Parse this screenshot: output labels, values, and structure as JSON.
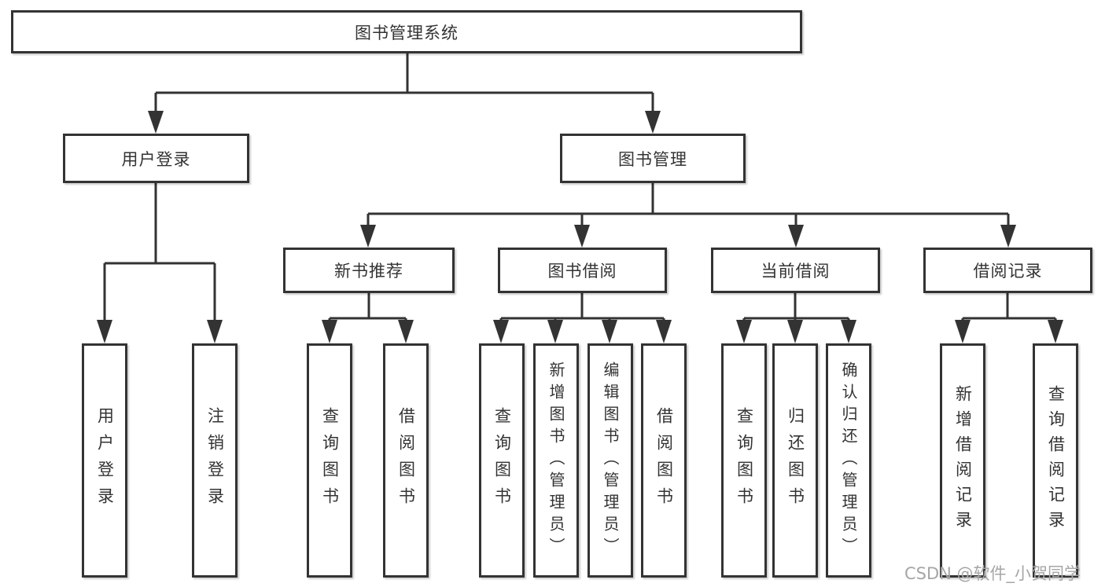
{
  "diagram": {
    "root": {
      "label": "图书管理系统"
    },
    "level2": [
      {
        "label": "用户登录"
      },
      {
        "label": "图书管理"
      }
    ],
    "level3": [
      {
        "label": "新书推荐"
      },
      {
        "label": "图书借阅"
      },
      {
        "label": "当前借阅"
      },
      {
        "label": "借阅记录"
      }
    ],
    "leaves": {
      "user_login": [
        {
          "label": "用户登录"
        },
        {
          "label": "注销登录"
        }
      ],
      "new_books": [
        {
          "label": "查询图书"
        },
        {
          "label": "借阅图书"
        }
      ],
      "book_borrowing": [
        {
          "label": "查询图书"
        },
        {
          "label": "新增图书（管理员）"
        },
        {
          "label": "编辑图书（管理员）"
        },
        {
          "label": "借阅图书"
        }
      ],
      "current_borrowing": [
        {
          "label": "查询图书"
        },
        {
          "label": "归还图书"
        },
        {
          "label": "确认归还（管理员）"
        }
      ],
      "borrowing_records": [
        {
          "label": "新增借阅记录"
        },
        {
          "label": "查询借阅记录"
        }
      ]
    },
    "watermark": "CSDN @软件_小贺同学",
    "colors": {
      "line": "#333333",
      "box_border": "#333333",
      "text": "#333333",
      "watermark": "#a6a6a6",
      "background": "#ffffff"
    }
  }
}
